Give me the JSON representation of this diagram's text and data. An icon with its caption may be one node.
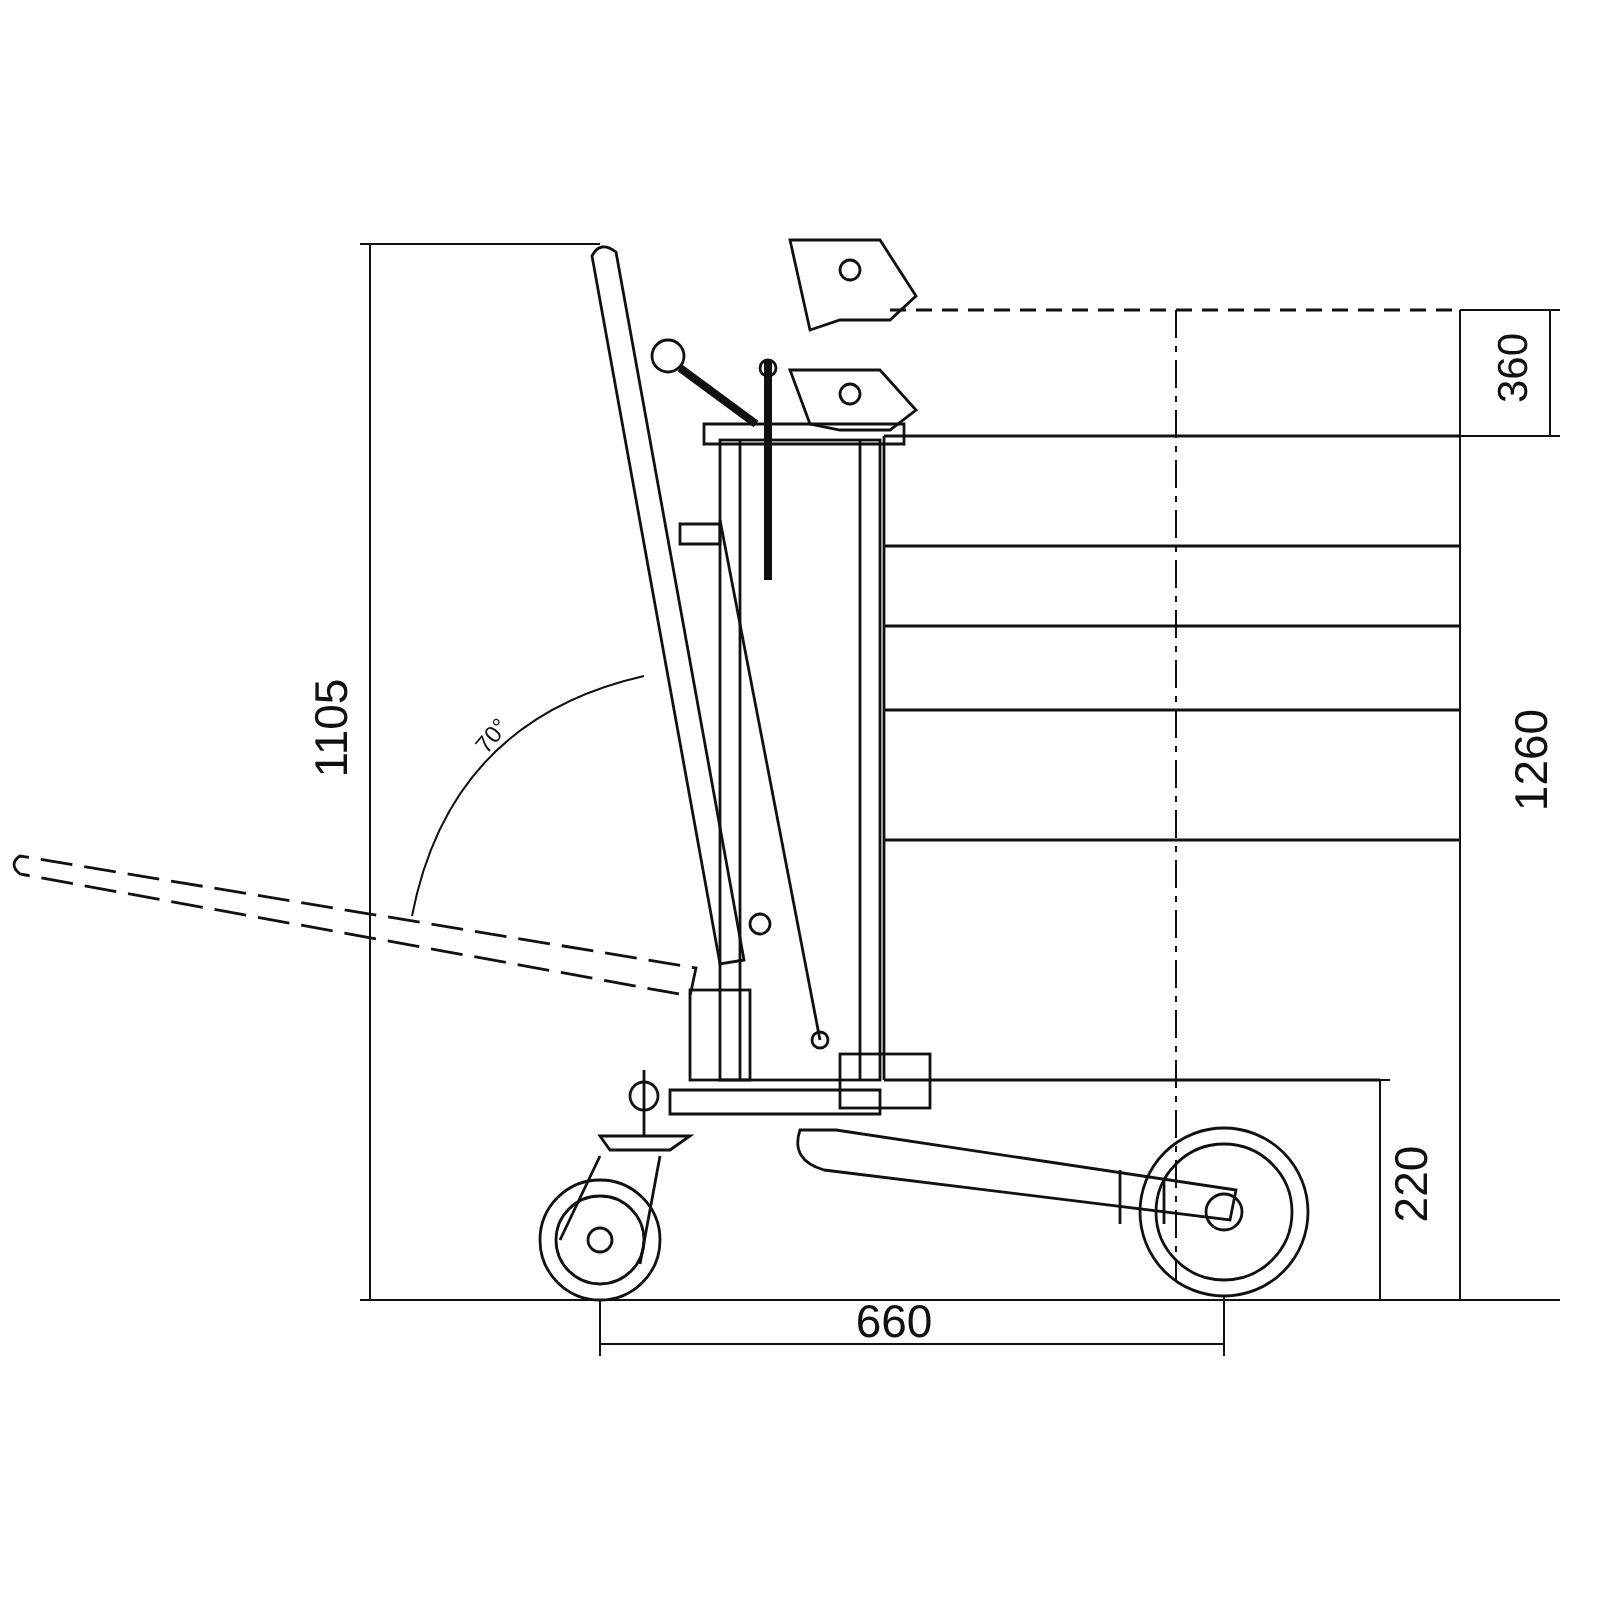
{
  "diagram": {
    "labels": [
      "360",
      "1105",
      "70°",
      "1260",
      "220",
      "660"
    ]
  }
}
